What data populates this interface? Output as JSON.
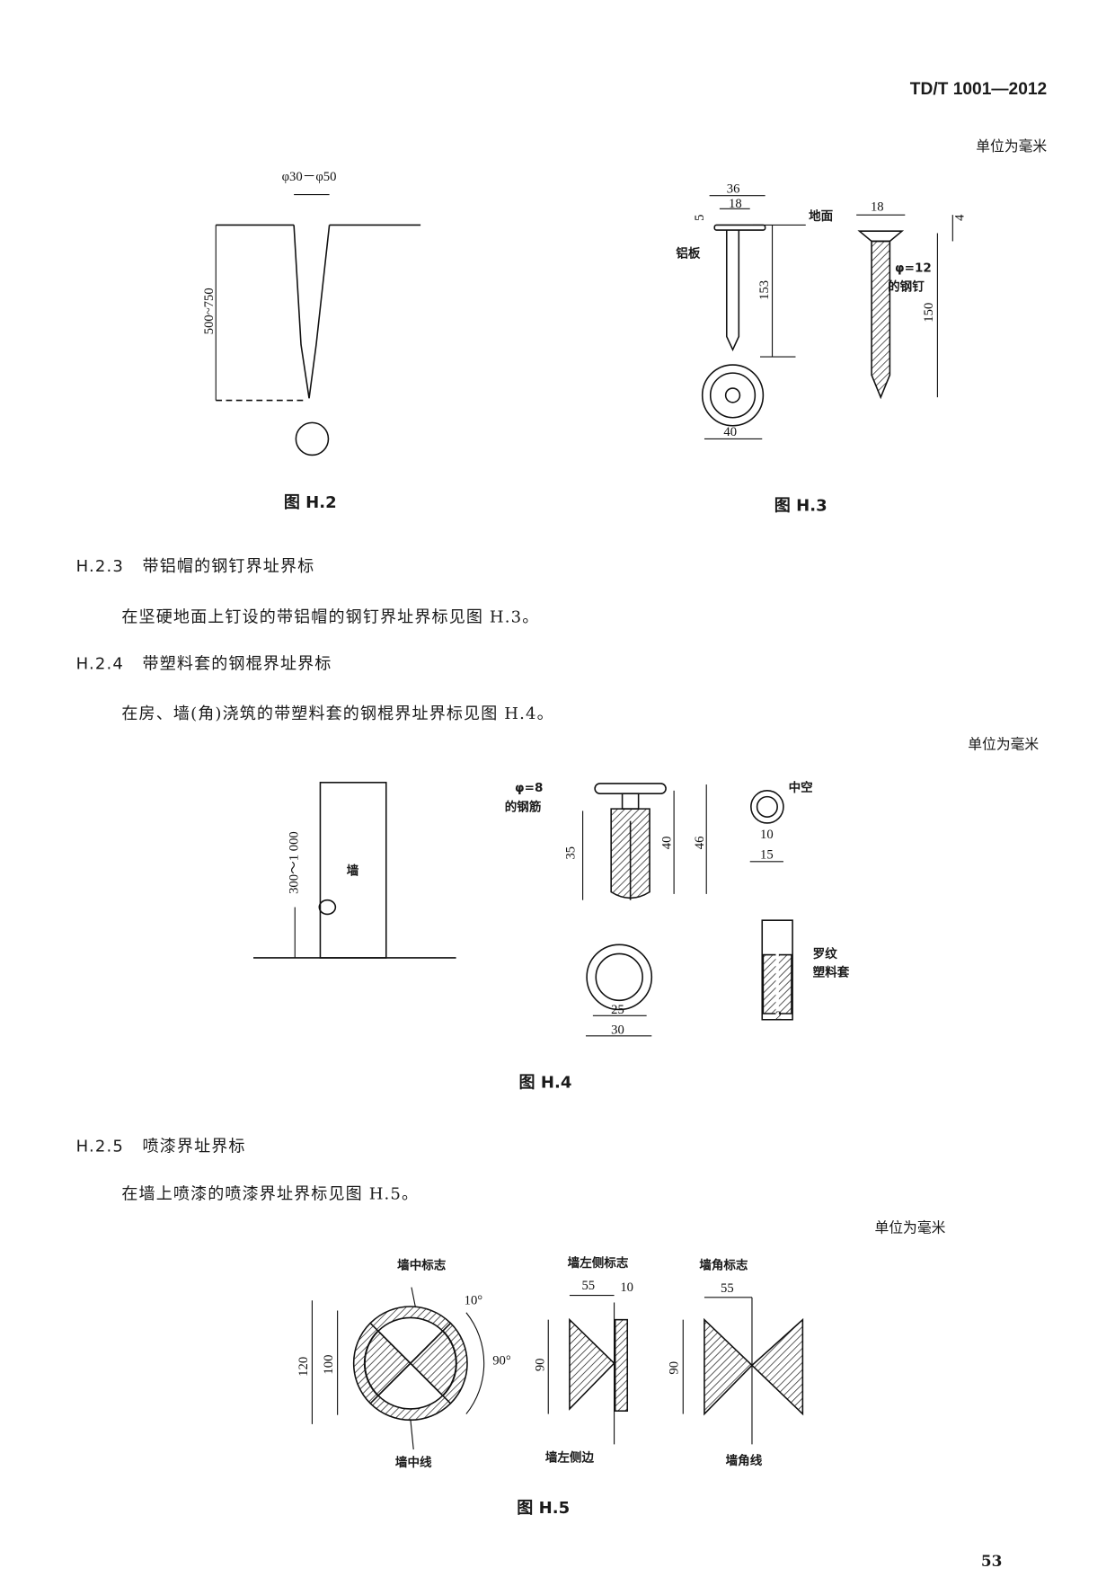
{
  "header": {
    "standard_code": "TD/T 1001—2012"
  },
  "unit_note": "单位为毫米",
  "fig_h2": {
    "caption": "图 H.2",
    "diameter": "φ30－φ50",
    "depth": "500~750"
  },
  "fig_h3": {
    "caption": "图 H.3",
    "dims": {
      "head_outer": "36",
      "head_inner": "18",
      "plate_thick": "5",
      "length_a": "153",
      "plate_dia": "40",
      "head_b": "18",
      "head_b_thick": "4",
      "length_b": "150"
    },
    "labels": {
      "ground": "地面",
      "plate": "铝板",
      "nail_dia": "φ=12",
      "nail": "的钢钉"
    }
  },
  "section_h23": {
    "number": "H.2.3",
    "title": "带铝帽的钢钉界址界标",
    "body": "在坚硬地面上钉设的带铝帽的钢钉界址界标见图 H.3。"
  },
  "section_h24": {
    "number": "H.2.4",
    "title": "带塑料套的钢棍界址界标",
    "body": "在房、墙(角)浇筑的带塑料套的钢棍界址界标见图 H.4。"
  },
  "fig_h4": {
    "caption": "图 H.4",
    "wall": "墙",
    "height": "300～1 000",
    "rebar_dia": "φ=8",
    "rebar": "的钢筋",
    "hollow": "中空",
    "dims": {
      "d35": "35",
      "d40": "40",
      "d46": "46",
      "d10": "10",
      "d15": "15",
      "d25": "25",
      "d30": "30",
      "d2": "2"
    },
    "sleeve_a": "罗纹",
    "sleeve_b": "塑料套"
  },
  "section_h25": {
    "number": "H.2.5",
    "title": "喷漆界址界标",
    "body": "在墙上喷漆的喷漆界址界标见图 H.5。"
  },
  "fig_h5": {
    "caption": "图 H.5",
    "center_mark": "墙中标志",
    "left_mark": "墙左侧标志",
    "corner_mark": "墙角标志",
    "center_line": "墙中线",
    "left_edge": "墙左侧边",
    "corner_line": "墙角线",
    "dims": {
      "d120": "120",
      "d100": "100",
      "a10": "10°",
      "a90": "90°",
      "d90a": "90",
      "d55a": "55",
      "d10": "10",
      "d90b": "90",
      "d55b": "55"
    }
  },
  "page_number": "53"
}
